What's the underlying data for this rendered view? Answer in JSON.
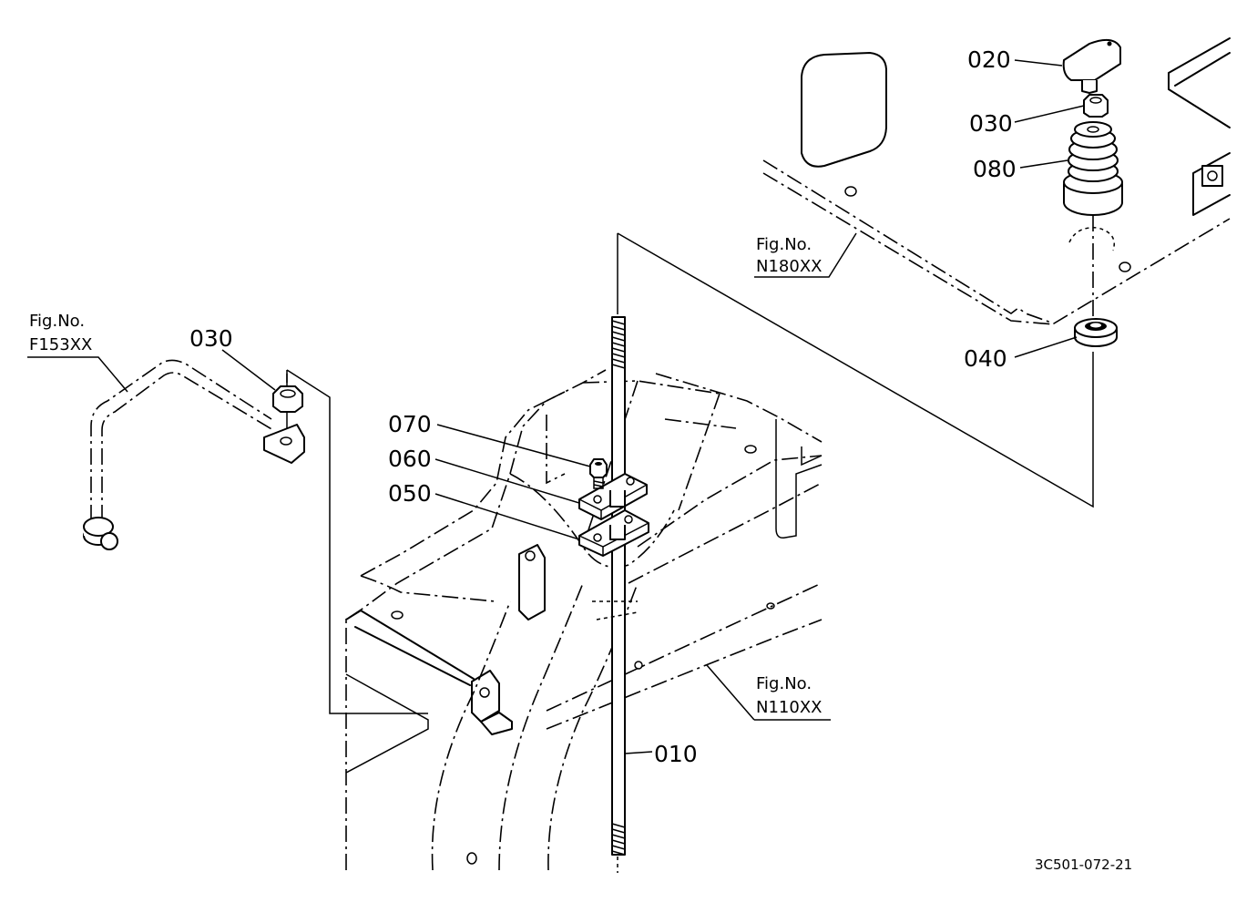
{
  "callouts": {
    "p020": "020",
    "p030_top": "030",
    "p080": "080",
    "p040": "040",
    "p030_left": "030",
    "p070": "070",
    "p060": "060",
    "p050": "050",
    "p010": "010"
  },
  "figure_refs": {
    "n180": {
      "label": "Fig.No.",
      "code": "N180XX"
    },
    "f153": {
      "label": "Fig.No.",
      "code": "F153XX"
    },
    "n110": {
      "label": "Fig.No.",
      "code": "N110XX"
    }
  },
  "diagram_code": "3C501-072-21"
}
